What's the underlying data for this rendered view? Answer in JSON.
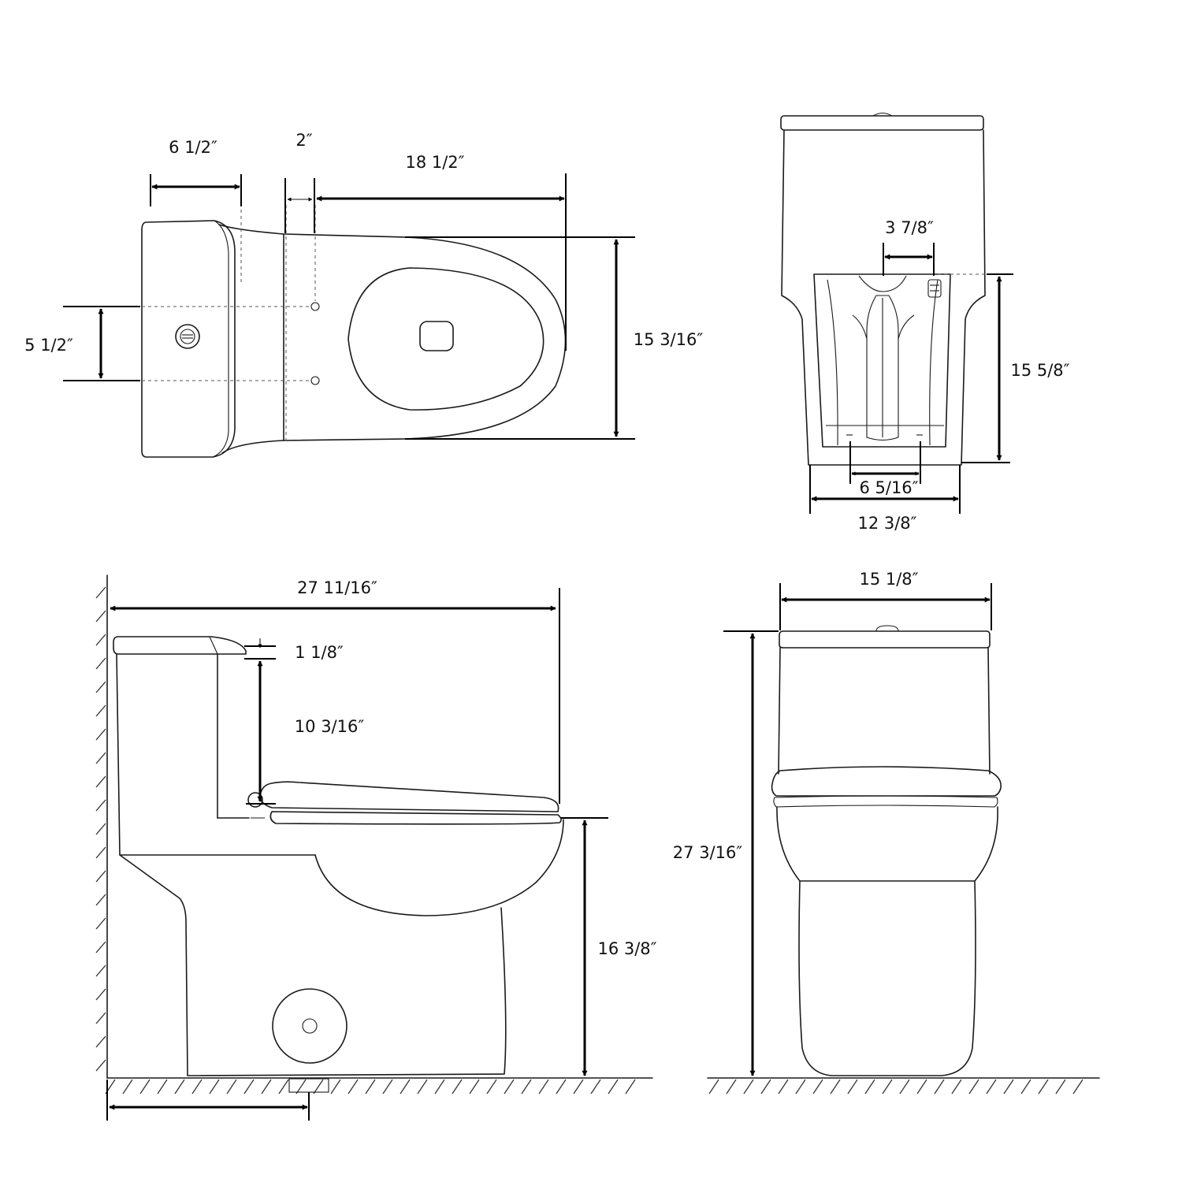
{
  "views": {
    "top": {
      "dims": {
        "tank_depth": "6 1/2″",
        "gap": "2″",
        "bowl_length": "18 1/2″",
        "bolt_spacing": "5 1/2″",
        "overall_width": "15 3/16″"
      }
    },
    "rear": {
      "dims": {
        "supply_offset": "3 7/8″",
        "base_height": "15 5/8″",
        "bolt_width": "6 5/16″",
        "base_width": "12 3/8″"
      }
    },
    "side": {
      "dims": {
        "overall_length": "27 11/16″",
        "lid_thickness": "1 1/8″",
        "tank_height": "10 3/16″",
        "seat_height": "16 3/8″"
      }
    },
    "front": {
      "dims": {
        "tank_width": "15 1/8″",
        "overall_height": "27 3/16″"
      }
    }
  }
}
